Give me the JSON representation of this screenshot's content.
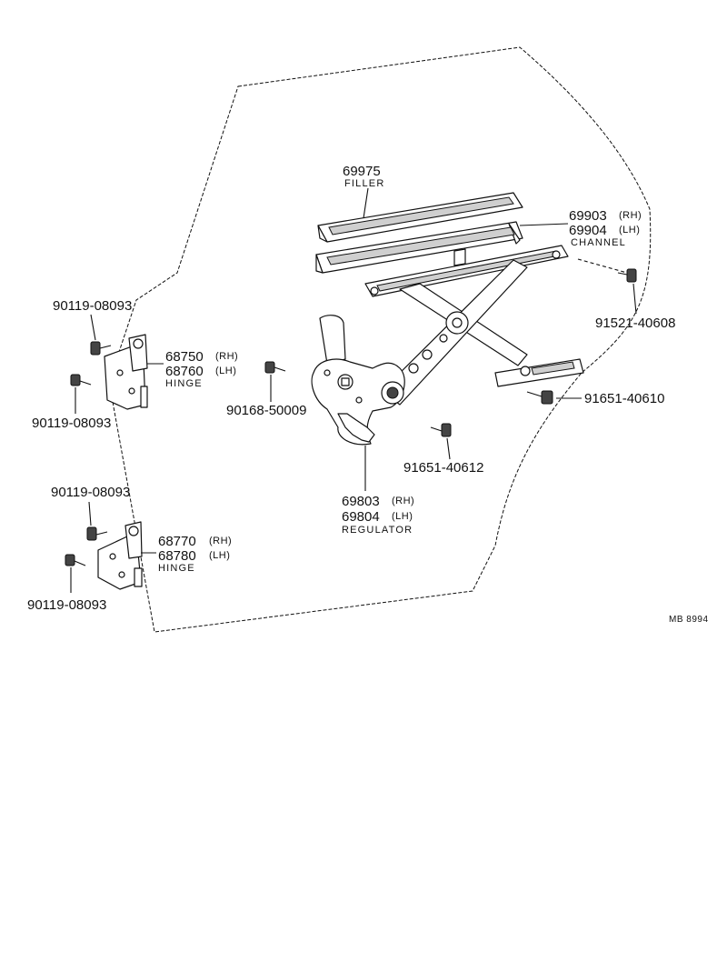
{
  "parts": {
    "filler": {
      "number": "69975",
      "name": "FILLER"
    },
    "channel": {
      "rh_number": "69903",
      "rh_suffix": "(RH)",
      "lh_number": "69904",
      "lh_suffix": "(LH)",
      "name": "CHANNEL"
    },
    "bolt_channel": {
      "number": "91521-40608"
    },
    "bolt_regulator_right": {
      "number": "91651-40610"
    },
    "bolt_regulator_lower": {
      "number": "91651-40612"
    },
    "bolt_middle": {
      "number": "90168-50009"
    },
    "regulator": {
      "rh_number": "69803",
      "rh_suffix": "(RH)",
      "lh_number": "69804",
      "lh_suffix": "(LH)",
      "name": "REGULATOR"
    },
    "upper_hinge": {
      "rh_number": "68750",
      "rh_suffix": "(RH)",
      "lh_number": "68760",
      "lh_suffix": "(LH)",
      "name": "HINGE"
    },
    "lower_hinge": {
      "rh_number": "68770",
      "rh_suffix": "(RH)",
      "lh_number": "68780",
      "lh_suffix": "(LH)",
      "name": "HINGE"
    },
    "hinge_bolts": [
      "90119-08093",
      "90119-08093",
      "90119-08093",
      "90119-08093"
    ]
  },
  "reference_code": "MB  8994"
}
